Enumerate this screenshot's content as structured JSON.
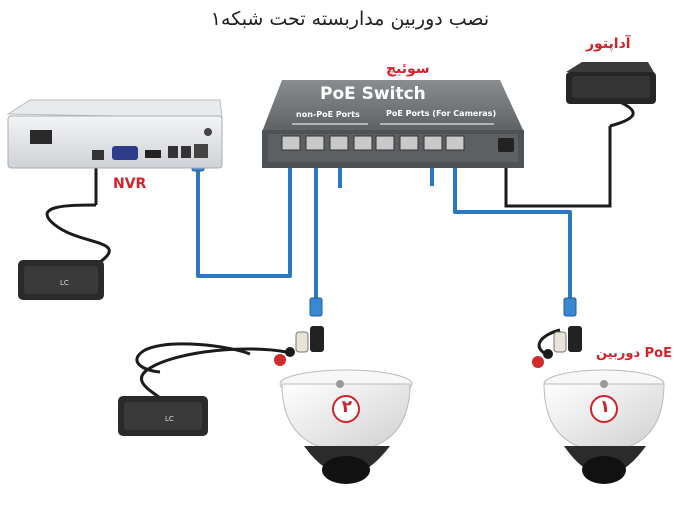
{
  "title": "نصب دوربین مداربسته تحت شبکه۱",
  "labels": {
    "nvr": "NVR",
    "switch": "سوئیچ",
    "adapter": "آداپتور",
    "camera_poe": "دوربین PoE"
  },
  "switch": {
    "name": "PoE Switch",
    "non_poe_ports": "non-PoE Ports",
    "poe_ports": "PoE Ports (For Cameras)"
  },
  "cameras": [
    {
      "number": "۲"
    },
    {
      "number": "۱"
    }
  ],
  "colors": {
    "cable": "#2b78c2",
    "label": "#d6202a",
    "switch_body": "#6b6e71",
    "camera_body": "#eeeeee"
  }
}
